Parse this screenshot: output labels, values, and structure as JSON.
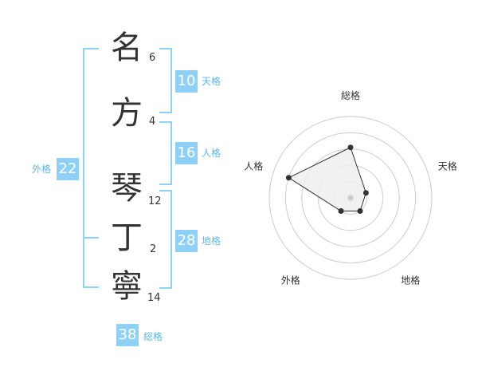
{
  "name": {
    "chars": [
      {
        "char": "名",
        "strokes": "6"
      },
      {
        "char": "方",
        "strokes": "4"
      },
      {
        "char": "琴",
        "strokes": "12"
      },
      {
        "char": "丁",
        "strokes": "2"
      },
      {
        "char": "寧",
        "strokes": "14"
      }
    ]
  },
  "fortunes": {
    "tenkaku": {
      "value": "10",
      "label": "天格"
    },
    "jinkaku": {
      "value": "16",
      "label": "人格"
    },
    "chikaku": {
      "value": "28",
      "label": "地格"
    },
    "gaikaku": {
      "value": "22",
      "label": "外格"
    },
    "soukaku": {
      "value": "38",
      "label": "総格"
    }
  },
  "colors": {
    "accent": "#8fd0f6",
    "accent_text": "#5bb8ea",
    "polygon_fill": "#eeeeee",
    "grid": "#cccccc"
  },
  "chart_data": {
    "type": "radar",
    "axes": [
      "総格",
      "天格",
      "地格",
      "外格",
      "人格"
    ],
    "values": [
      3.1,
      1.0,
      1.0,
      1.0,
      4.0
    ],
    "range": [
      0,
      5
    ],
    "rings": 5
  }
}
